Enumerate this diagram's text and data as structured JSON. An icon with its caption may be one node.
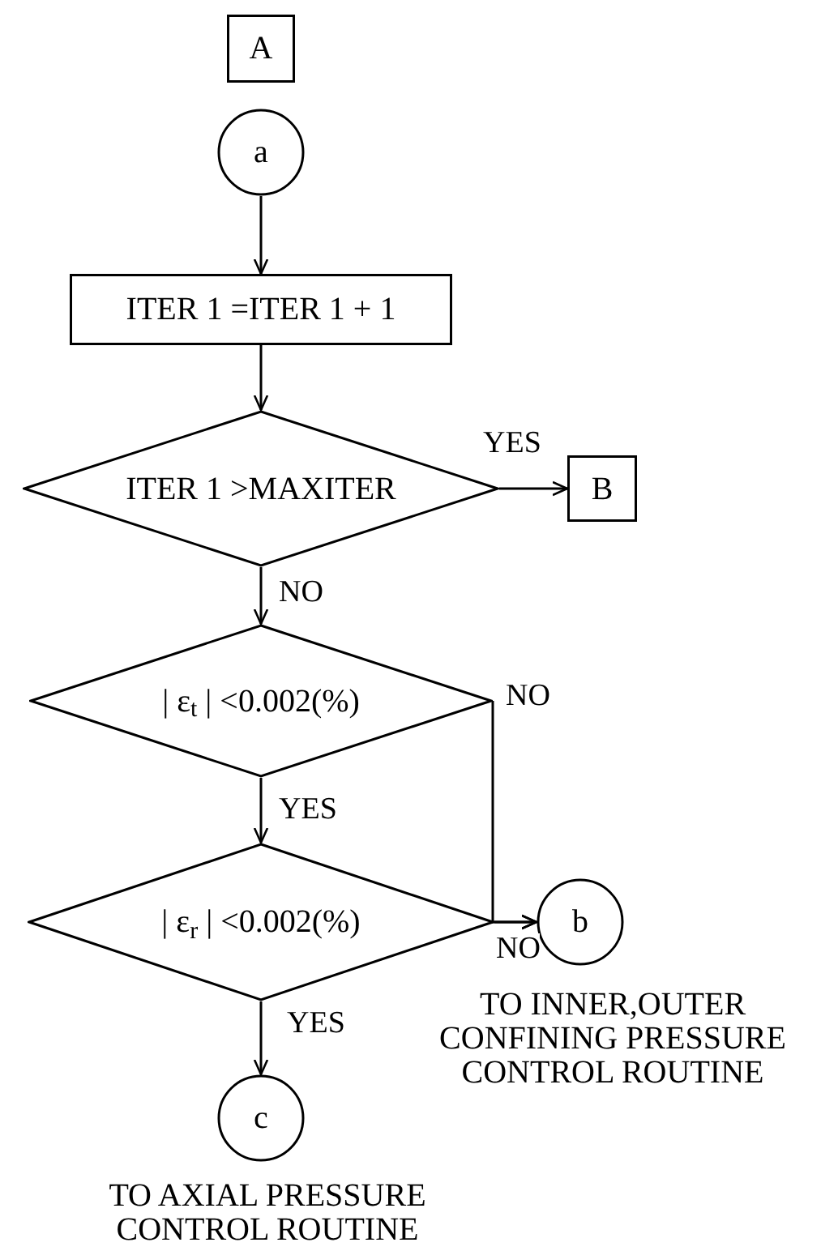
{
  "diagram": {
    "nodes": [
      {
        "text": [
          "A"
        ]
      },
      {
        "text": [
          "a"
        ]
      },
      {
        "text": [
          "ITER 1 =ITER 1 + 1"
        ]
      },
      {
        "text": [
          "ITER 1 >MAXITER"
        ]
      },
      {
        "text": [
          "B"
        ]
      },
      {
        "text": [
          "| ε$_{t}$ |  <0.002(%)"
        ]
      },
      {
        "text": [
          "| ε$_{r}$ |  <0.002(%)"
        ]
      },
      {
        "text": [
          "b"
        ]
      },
      {
        "text": [
          "c"
        ],
        "beside": [
          "TO AXIAL PRESSURE CONTROL ROUTINE"
        ]
      }
    ],
    "edges": [
      {
        "from": 1,
        "to": 2,
        "arrow": "to"
      },
      {
        "from": 2,
        "to": 3,
        "arrow": "to"
      },
      {
        "from": 3,
        "to": 4,
        "arrow": "to",
        "label": "YES"
      },
      {
        "from": 3,
        "to": 5,
        "arrow": "to",
        "label": "NO"
      },
      {
        "from": 5,
        "to": 7,
        "arrow": "to",
        "label": "NO"
      },
      {
        "from": 5,
        "to": 6,
        "arrow": "to",
        "label": "YES"
      },
      {
        "from": 6,
        "to": 7,
        "arrow": "to",
        "label": "NO"
      },
      {
        "from": 6,
        "to": 8,
        "arrow": "to",
        "label": "YES"
      }
    ],
    "labels": [
      "TO INNER,OUTER CONFINING PRESSURE CONTROL ROUTINE"
    ]
  }
}
